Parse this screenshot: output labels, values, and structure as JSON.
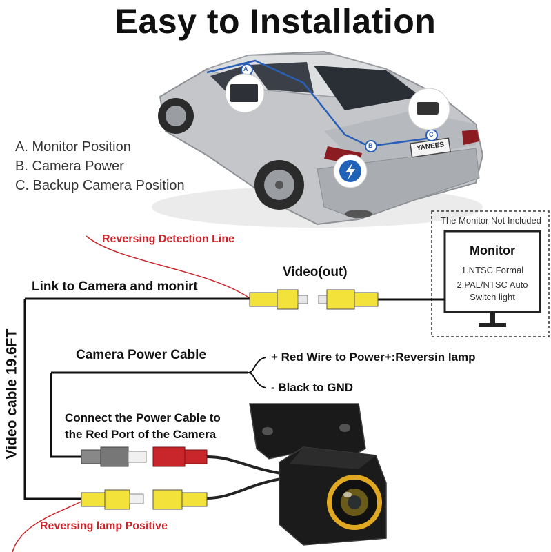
{
  "title": "Easy to Installation",
  "legend": {
    "a": "A. Monitor Position",
    "b": "B. Camera Power",
    "c": "C. Backup Camera Position"
  },
  "car": {
    "marker_a": "A",
    "marker_b": "B",
    "marker_c": "C",
    "plate": "YANEES"
  },
  "monitor_box": {
    "note": "The Monitor Not Included",
    "title": "Monitor",
    "line1": "1.NTSC Formal",
    "line2": "2.PAL/NTSC Auto",
    "line3": "Switch light"
  },
  "labels": {
    "reversing_detection": "Reversing Detection Line",
    "video_out": "Video(out)",
    "link_camera": "Link to Camera and monirt",
    "camera_power_cable": "Camera Power Cable",
    "red_wire": "+ Red Wire to Power+:Reversin lamp",
    "black_wire": "- Black to GND",
    "connect_line1": "Connect the Power Cable to",
    "connect_line2": "the Red Port of the Camera",
    "video_cable": "Video cable 19.6FT",
    "reversing_lamp": "Reversing lamp Positive"
  },
  "colors": {
    "rca_yellow": "#f2e23a",
    "power_red": "#c9262c",
    "label_red": "#d0202a",
    "lens_ring": "#e0a820"
  }
}
